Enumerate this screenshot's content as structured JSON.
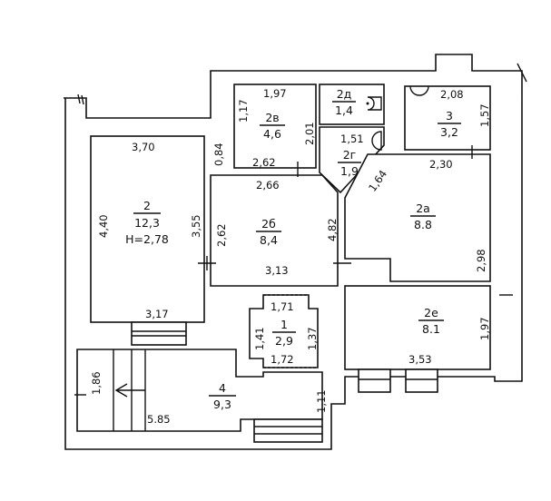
{
  "rooms": {
    "r2": {
      "number": "2",
      "area": "12,3",
      "height": "H=2,78"
    },
    "r2v": {
      "number": "2в",
      "area": "4,6"
    },
    "r2d": {
      "number": "2д",
      "area": "1,4"
    },
    "r2g": {
      "number": "2г",
      "area": "1,9"
    },
    "r3": {
      "number": "3",
      "area": "3,2"
    },
    "r2b": {
      "number": "2б",
      "area": "8,4"
    },
    "r2a": {
      "number": "2а",
      "area": "8.8"
    },
    "r1": {
      "number": "1",
      "area": "2,9"
    },
    "r2e": {
      "number": "2е",
      "area": "8.1"
    },
    "r4": {
      "number": "4",
      "area": "9,3"
    }
  },
  "dims": {
    "d370": "3,70",
    "d440": "4,40",
    "d355": "3,55",
    "d317": "3,17",
    "d197": "1,97",
    "d117": "1,17",
    "d201": "2,01",
    "d084": "0,84",
    "d262a": "2,62",
    "d266": "2,66",
    "d262b": "2,62",
    "d482": "4,82",
    "d313": "3,13",
    "d151": "1,51",
    "d164": "1,64",
    "d208": "2,08",
    "d157": "1,57",
    "d230": "2,30",
    "d298": "2,98",
    "d171": "1,71",
    "d141": "1,41",
    "d137": "1,37",
    "d172": "1,72",
    "d197b": "1,97",
    "d353": "3,53",
    "d186": "1,86",
    "d585": "5.85",
    "d111": "1,11"
  },
  "icons": {
    "toilet": "toilet-icon",
    "sink": "sink-icon",
    "bath": "bath-icon",
    "entrance": "entrance-arrow-icon"
  }
}
